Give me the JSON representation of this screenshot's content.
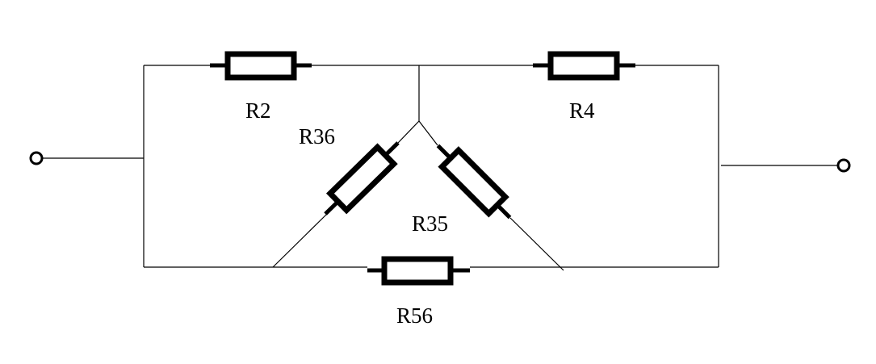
{
  "diagram": {
    "resistors": {
      "r2": "R2",
      "r4": "R4",
      "r36": "R36",
      "r35": "R35",
      "r56": "R56"
    },
    "colors": {
      "line": "#000000",
      "background": "#ffffff"
    }
  }
}
